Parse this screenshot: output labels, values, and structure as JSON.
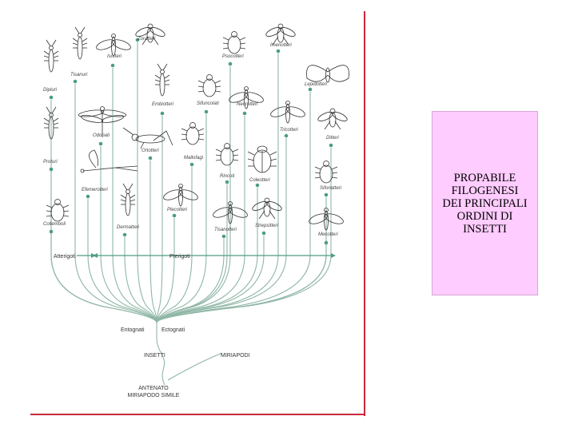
{
  "title": "PROPABILE\nFILOGENESI\nDEI PRINCIPALI\nORDINI DI\nINSETTI",
  "orders": [
    {
      "id": "zoratteri",
      "label": "Zoratteri"
    },
    {
      "id": "imenotteri",
      "label": "Imenotteri"
    },
    {
      "id": "isotteri",
      "label": "Isotteri"
    },
    {
      "id": "psocotteri",
      "label": "Psocotteri"
    },
    {
      "id": "tisanuri",
      "label": "Tisanuri"
    },
    {
      "id": "lepidotteri",
      "label": "Lepidotteri"
    },
    {
      "id": "dipluri",
      "label": "Dipluri"
    },
    {
      "id": "embiotteri",
      "label": "Embiotteri"
    },
    {
      "id": "sifuncolati",
      "label": "Sifuncolati"
    },
    {
      "id": "neurotteri",
      "label": "Neurotteri"
    },
    {
      "id": "tricotteri",
      "label": "Tricotteri"
    },
    {
      "id": "odonati",
      "label": "Odonati"
    },
    {
      "id": "ortotteri",
      "label": "Ortotteri"
    },
    {
      "id": "ditteri",
      "label": "Ditteri"
    },
    {
      "id": "mallofagi",
      "label": "Mallofagi"
    },
    {
      "id": "proturi",
      "label": "Proturi"
    },
    {
      "id": "rincoti",
      "label": "Rincoti"
    },
    {
      "id": "coleotteri",
      "label": "Coleotteri"
    },
    {
      "id": "sifonatteri",
      "label": "Sifonatteri"
    },
    {
      "id": "efemerotteri",
      "label": "Efemerotteri"
    },
    {
      "id": "plecotteri",
      "label": "Plecotteri"
    },
    {
      "id": "collemboli",
      "label": "Collemboli"
    },
    {
      "id": "dermatteri",
      "label": "Dermatteri"
    },
    {
      "id": "tisanotteri",
      "label": "Tisanotteri"
    },
    {
      "id": "strepsitteri",
      "label": "Strepsitteri"
    },
    {
      "id": "mecotteri",
      "label": "Mecotteri"
    }
  ],
  "tree": {
    "apterygota": "Atterigoti",
    "pterygota": "Pterigoti",
    "entognathi": "Entognati",
    "ectognathi": "Ectognati",
    "insects": "INSETTI",
    "myriapods": "MIRIAPODI",
    "ancestor": "ANTENATO\nMIRIAPODO SIMILE"
  }
}
